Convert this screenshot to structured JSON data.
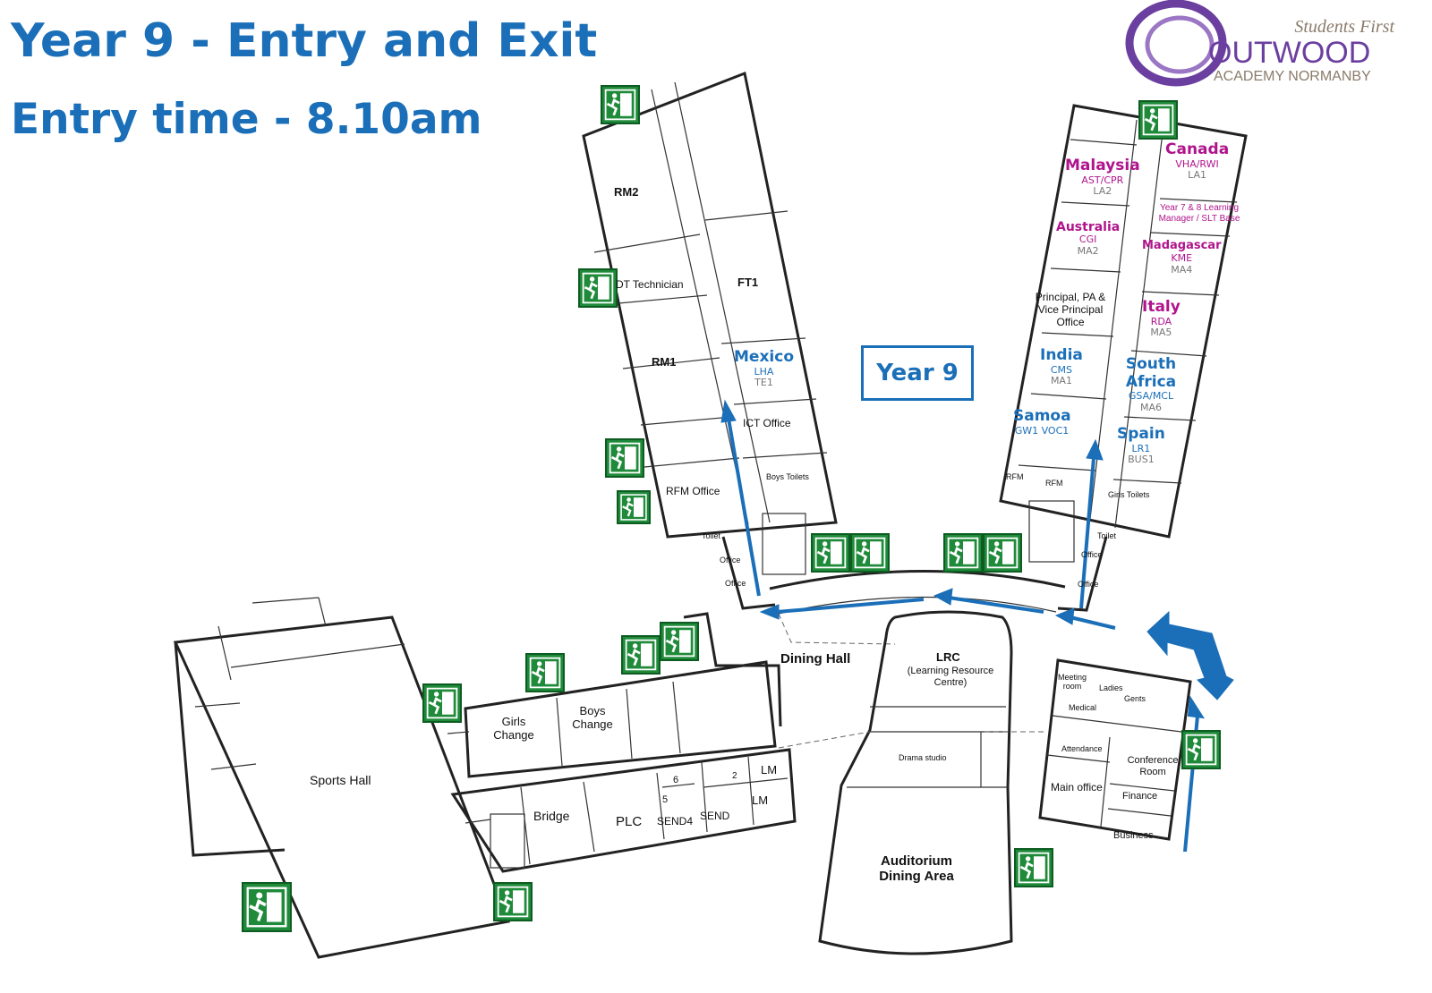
{
  "title": "Year 9 - Entry and Exit",
  "subtitle": "Entry time - 8.10am",
  "logo": {
    "tagline": "Students First",
    "name": "OUTWOOD",
    "school": "ACADEMY NORMANBY"
  },
  "year_box": "Year 9",
  "rooms": {
    "rm2": "RM2",
    "dt_technician": "DT Technician",
    "ft1": "FT1",
    "rm1": "RM1",
    "ict_office": "ICT Office",
    "boys_toilets_top": "Boys Toilets",
    "rfm_office": "RFM Office",
    "toilet_l": "Toilet",
    "office_l1": "Office",
    "office_l2": "Office",
    "principal": "Principal, PA & Vice Principal Office",
    "year78": "Year 7 & 8 Learning Manager / SLT Base",
    "rfm_a": "RFM",
    "rfm_b": "RFM",
    "girls_toilets": "Girls Toilets",
    "toilet_r": "Toilet",
    "office_r1": "Office",
    "office_r2": "Office",
    "dining_hall": "Dining Hall",
    "lrc": "LRC",
    "lrc_full": "(Learning Resource Centre)",
    "drama": "Drama studio",
    "auditorium": "Auditorium Dining Area",
    "sports_hall": "Sports Hall",
    "girls_change": "Girls Change",
    "boys_change": "Boys Change",
    "bridge": "Bridge",
    "plc": "PLC",
    "send4": "SEND4",
    "send": "SEND",
    "lm1": "LM",
    "lm2": "LM",
    "n6": "6",
    "n5": "5",
    "n2": "2",
    "meeting": "Meeting room",
    "ladies": "Ladies",
    "gents": "Gents",
    "medical": "Medical",
    "attendance": "Attendance",
    "main_office": "Main office",
    "conference": "Conference Room",
    "finance": "Finance",
    "business": "Business"
  },
  "countries": [
    {
      "name": "Mexico",
      "teacher": "LHA",
      "room": "TE1",
      "color": "blue"
    },
    {
      "name": "Malaysia",
      "teacher": "AST/CPR",
      "room": "LA2",
      "color": "pink"
    },
    {
      "name": "Canada",
      "teacher": "VHA/RWI",
      "room": "LA1",
      "color": "pink"
    },
    {
      "name": "Australia",
      "teacher": "CGI",
      "room": "MA2",
      "color": "pink"
    },
    {
      "name": "Madagascar",
      "teacher": "KME",
      "room": "MA4",
      "color": "pink"
    },
    {
      "name": "Italy",
      "teacher": "RDA",
      "room": "MA5",
      "color": "pink"
    },
    {
      "name": "India",
      "teacher": "CMS",
      "room": "MA1",
      "color": "blue"
    },
    {
      "name": "South Africa",
      "teacher": "GSA/MCL",
      "room": "MA6",
      "color": "blue"
    },
    {
      "name": "Samoa",
      "teacher": "GW1 VOC1",
      "room": "",
      "color": "blue"
    },
    {
      "name": "Spain",
      "teacher": "LR1",
      "room": "BUS1",
      "color": "blue"
    }
  ],
  "colors": {
    "route": "#1b6fb8",
    "exit_sign": "#1f8a3a",
    "pink_group": "#b0148c",
    "logo_purple": "#6b3fa0"
  },
  "icons": [
    "fire-exit-icon",
    "route-arrow-icon"
  ]
}
